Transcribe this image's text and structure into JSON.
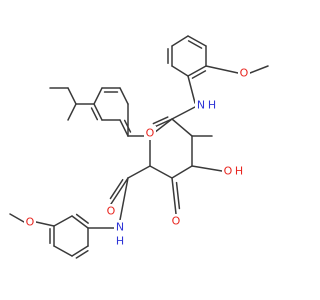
{
  "molecule": {
    "atom_labels": {
      "o_methoxy_top": "O",
      "nh_top": "N",
      "h_top": "H",
      "o_amide_top": "O",
      "oh_o": "O",
      "oh_h": "H",
      "nh_bottom": "N",
      "h_bottom": "H",
      "o_amide_bottom": "O",
      "o_keto": "O",
      "o_methoxy_bottom": "O"
    },
    "colors": {
      "bond": "#3a3a3a",
      "carbon": "#3a3a3a",
      "oxygen": "#e8251f",
      "nitrogen": "#2f35d6"
    }
  }
}
